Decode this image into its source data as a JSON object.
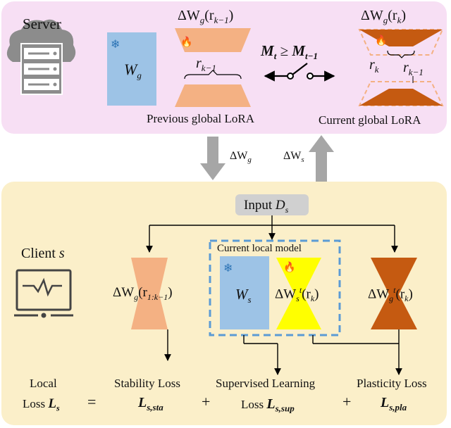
{
  "server": {
    "label": "Server",
    "wg_label": "W",
    "wg_sub": "g",
    "prev_delta_label": "ΔW",
    "prev_delta_sub": "g",
    "prev_delta_arg": "(r",
    "prev_delta_arg_sub": "k−1",
    "prev_delta_close": ")",
    "prev_rank_label": "r",
    "prev_rank_sub": "k−1",
    "prev_caption": "Previous global LoRA",
    "switch_lhs": "M",
    "switch_lhs_sub": "t",
    "switch_op": "≥",
    "switch_rhs": "M",
    "switch_rhs_sub": "t−1",
    "cur_delta_label": "ΔW",
    "cur_delta_sub": "g",
    "cur_delta_arg": "(r",
    "cur_delta_arg_sub": "k",
    "cur_delta_close": ")",
    "cur_rank_a": "r",
    "cur_rank_a_sub": "k",
    "cur_rank_b": "r",
    "cur_rank_b_sub": "k−1",
    "cur_caption": "Current global LoRA"
  },
  "transfer": {
    "down_label": "ΔW",
    "down_sub": "g",
    "up_label": "ΔW",
    "up_sub": "s"
  },
  "client": {
    "label": "Client",
    "label_var": "s",
    "input_label": "Input",
    "input_var": "D",
    "input_sub": "s",
    "local_model_title": "Current local model",
    "frozen_global_label": "ΔW",
    "frozen_global_sub": "g",
    "frozen_global_arg": "(r",
    "frozen_global_arg_sub": "1:k−1",
    "frozen_global_close": ")",
    "ws_label": "W",
    "ws_sub": "s",
    "local_lora_label": "ΔW",
    "local_lora_sub": "s",
    "local_lora_sup": "t",
    "local_lora_arg": "(r",
    "local_lora_arg_sub": "k",
    "local_lora_close": ")",
    "global_lora_label": "ΔW",
    "global_lora_sub": "g",
    "global_lora_sup": "t",
    "global_lora_arg": "(r",
    "global_lora_arg_sub": "k",
    "global_lora_close": ")"
  },
  "loss": {
    "local_line1": "Local",
    "local_line2": "Loss",
    "local_sym": "L",
    "local_sym_sub": "s",
    "equals": "=",
    "stability_title": "Stability Loss",
    "stability_sym": "L",
    "stability_sub": "s,sta",
    "plus1": "+",
    "supervised_title": "Supervised Learning",
    "supervised_line2": "Loss",
    "supervised_sym": "L",
    "supervised_sub": "s,sup",
    "plus2": "+",
    "plasticity_title": "Plasticity Loss",
    "plasticity_sym": "L",
    "plasticity_sub": "s,pla"
  },
  "colors": {
    "server_bg": "#f7dff4",
    "client_bg": "#fbefc9",
    "frozen_weight": "#9dc3e6",
    "prev_lora": "#f4b183",
    "cur_lora": "#c55a11",
    "local_lora": "#ffff00",
    "arrow_gray": "#a6a6a6",
    "dashed_blue": "#5b9bd5"
  }
}
